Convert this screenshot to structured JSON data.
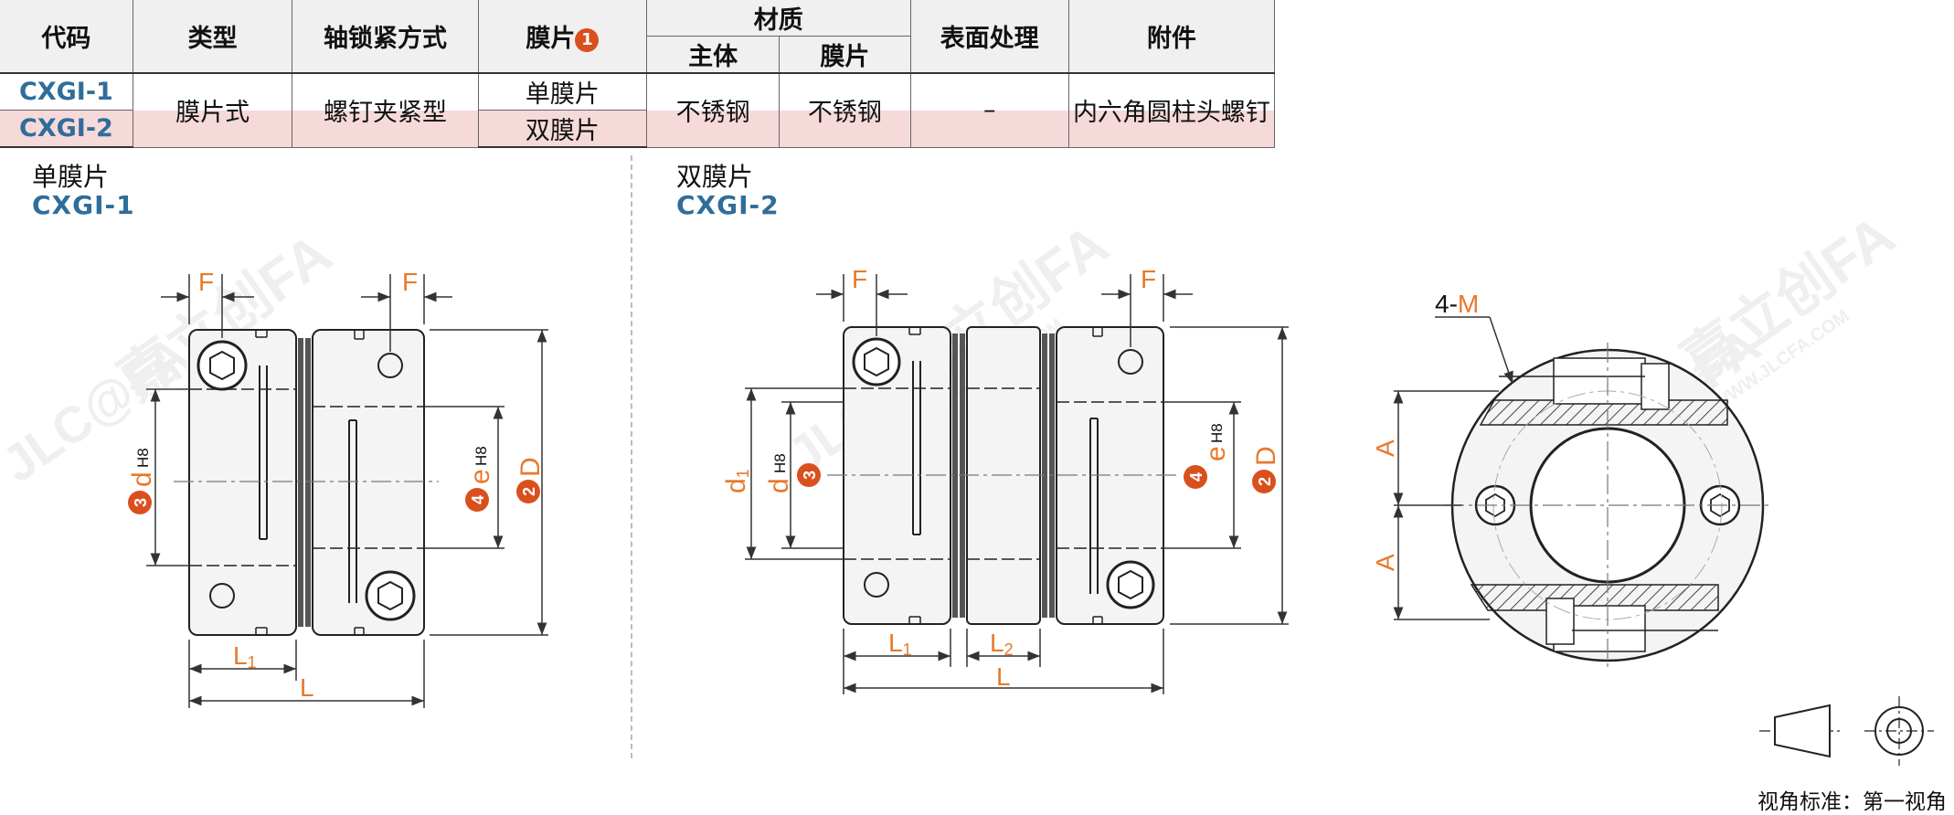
{
  "table": {
    "headers": {
      "code": "代码",
      "type": "类型",
      "lock": "轴锁紧方式",
      "diaphragm": "膜片",
      "diaphragm_badge": "1",
      "material": "材质",
      "material_body": "主体",
      "material_diaphragm": "膜片",
      "surface": "表面处理",
      "accessory": "附件"
    },
    "rows": [
      {
        "code": "CXGI-1",
        "diaphragm": "单膜片"
      },
      {
        "code": "CXGI-2",
        "diaphragm": "双膜片"
      }
    ],
    "shared": {
      "type": "膜片式",
      "lock": "螺钉夹紧型",
      "material_body": "不锈钢",
      "material_diaphragm": "不锈钢",
      "surface": "–",
      "accessory": "内六角圆柱头螺钉"
    }
  },
  "drawings": {
    "single": {
      "title": "单膜片",
      "code": "CXGI-1"
    },
    "double": {
      "title": "双膜片",
      "code": "CXGI-2"
    },
    "labels": {
      "F": "F",
      "L": "L",
      "L1": "L",
      "L1_sub": "1",
      "L2": "L",
      "L2_sub": "2",
      "d": "d",
      "d_tol": "H8",
      "e": "e",
      "e_tol": "H8",
      "D": "D",
      "d1": "d",
      "d1_sub": "1",
      "A": "A",
      "holes": "4-",
      "holes_M": "M",
      "badge2": "2",
      "badge3": "3",
      "badge4": "4"
    },
    "watermark": {
      "brand_cn": "嘉立创FA",
      "brand_en": "JLC@FA",
      "url": "WWW.JLCFA.COM"
    }
  },
  "view_note": "视角标准：第一视角",
  "colors": {
    "accent": "#d9501e",
    "dim": "#e8792b",
    "code": "#2f6d9a",
    "row_pink": "#f6d9d9"
  }
}
